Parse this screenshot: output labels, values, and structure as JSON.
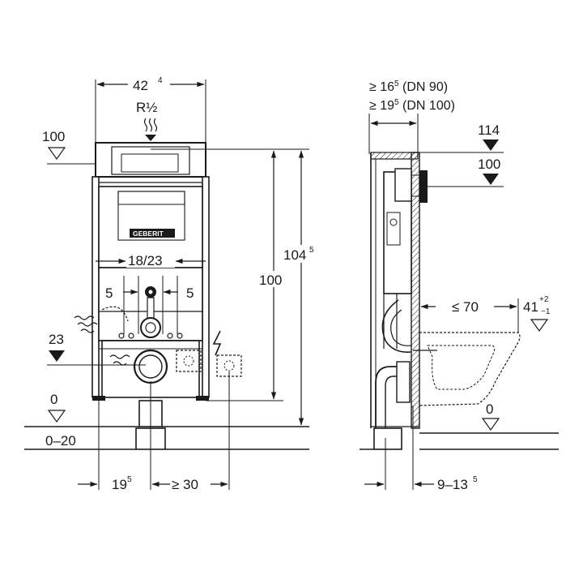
{
  "brand": {
    "logo_text": "GEBERIT"
  },
  "front_view": {
    "width_label": {
      "main": "42",
      "sup": "4"
    },
    "water_inlet": "R½",
    "height_total": {
      "main": "104",
      "sup": "5"
    },
    "height_inner": "100",
    "pipe_distance": "18/23",
    "offset_left": "5",
    "offset_right": "5",
    "level_100": "100",
    "level_23": "23",
    "level_0": "0",
    "floor_range": "0–20",
    "bottom_left": {
      "main": "19",
      "sup": "5"
    },
    "bottom_right": "≥ 30"
  },
  "side_view": {
    "depth_dn90": {
      "prefix": "≥ 16",
      "sup": "5",
      "suffix": " (DN 90)"
    },
    "depth_dn100": {
      "prefix": "≥ 19",
      "sup": "5",
      "suffix": " (DN 100)"
    },
    "level_114": "114",
    "level_100": "100",
    "bowl_reach": "≤ 70",
    "seat_height": {
      "main": "41",
      "sup_top": "+2",
      "sup_bottom": "−1"
    },
    "level_0": "0",
    "wall_range": {
      "main": "9–13",
      "sup": "5"
    }
  }
}
